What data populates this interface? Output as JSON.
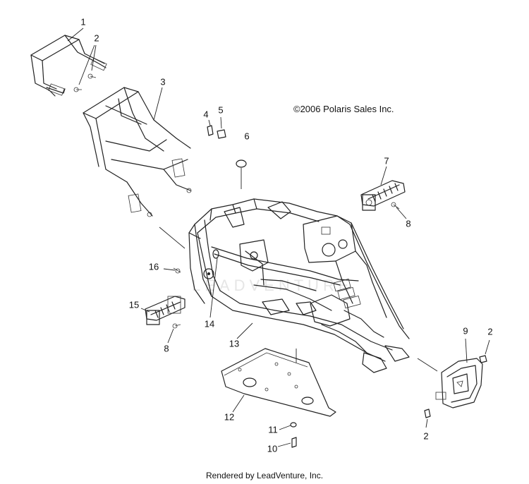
{
  "copyright": "©2006 Polaris Sales Inc.",
  "footer": "Rendered by LeadVenture, Inc.",
  "watermark": "LEADVENTURE",
  "callouts": [
    "1",
    "2",
    "3",
    "4",
    "5",
    "6",
    "7",
    "8",
    "16",
    "15",
    "14",
    "13",
    "8",
    "9",
    "2",
    "12",
    "11",
    "10",
    "2"
  ],
  "colors": {
    "line": "#222222",
    "background": "#ffffff",
    "watermark": "#e6e6e6"
  }
}
